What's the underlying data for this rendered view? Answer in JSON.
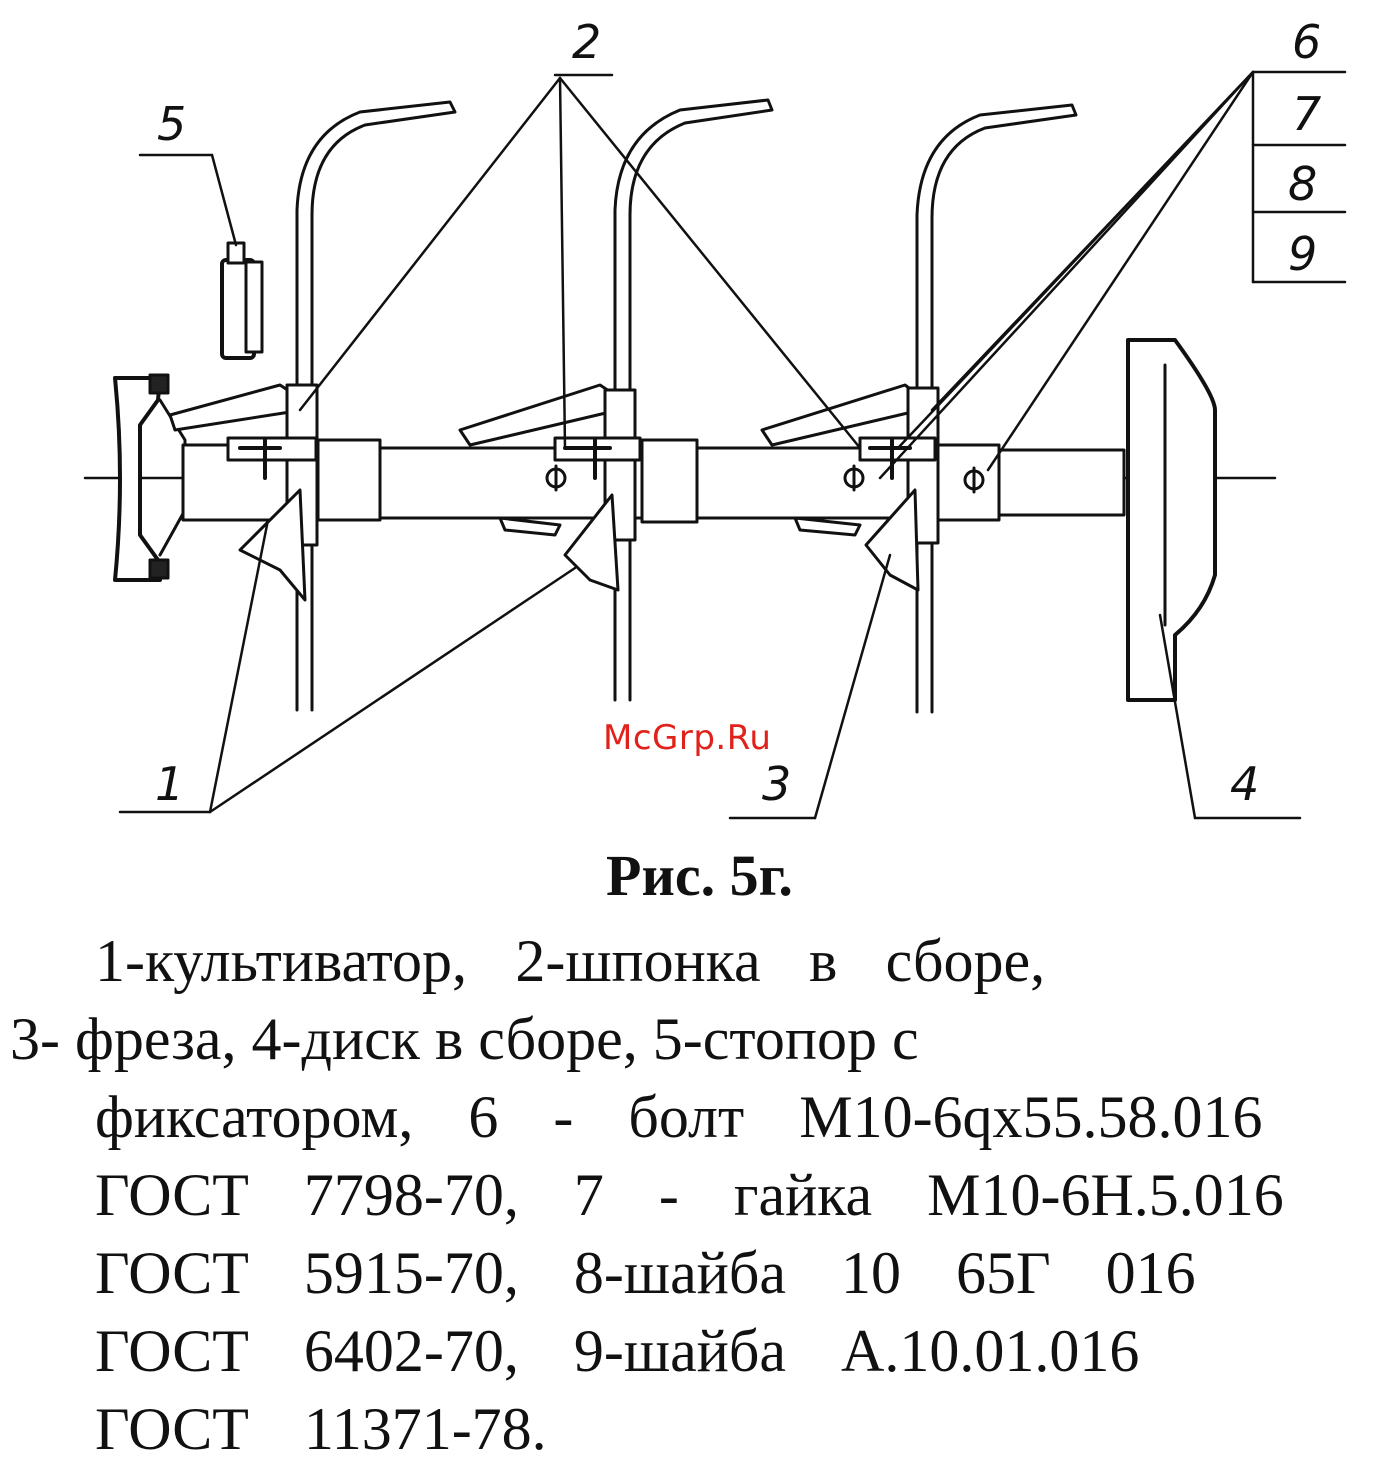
{
  "callouts": {
    "c1": "1",
    "c2": "2",
    "c3": "3",
    "c4": "4",
    "c5": "5",
    "c6": "6",
    "c7": "7",
    "c8": "8",
    "c9": "9"
  },
  "watermark": "McGrp.Ru",
  "caption": {
    "title": "Рис. 5г.",
    "lines": [
      "1-культиватор, 2-шпонка в сборе,",
      "3- фреза, 4-диск в сборе, 5-стопор с",
      "фиксатором, 6 - болт М10-6qх55.58.016",
      "ГОСТ 7798-70, 7 - гайка М10-6Н.5.016",
      "ГОСТ 5915-70, 8-шайба 10 65Г 016",
      "ГОСТ 6402-70, 9-шайба А.10.01.016",
      "ГОСТ 11371-78."
    ]
  }
}
